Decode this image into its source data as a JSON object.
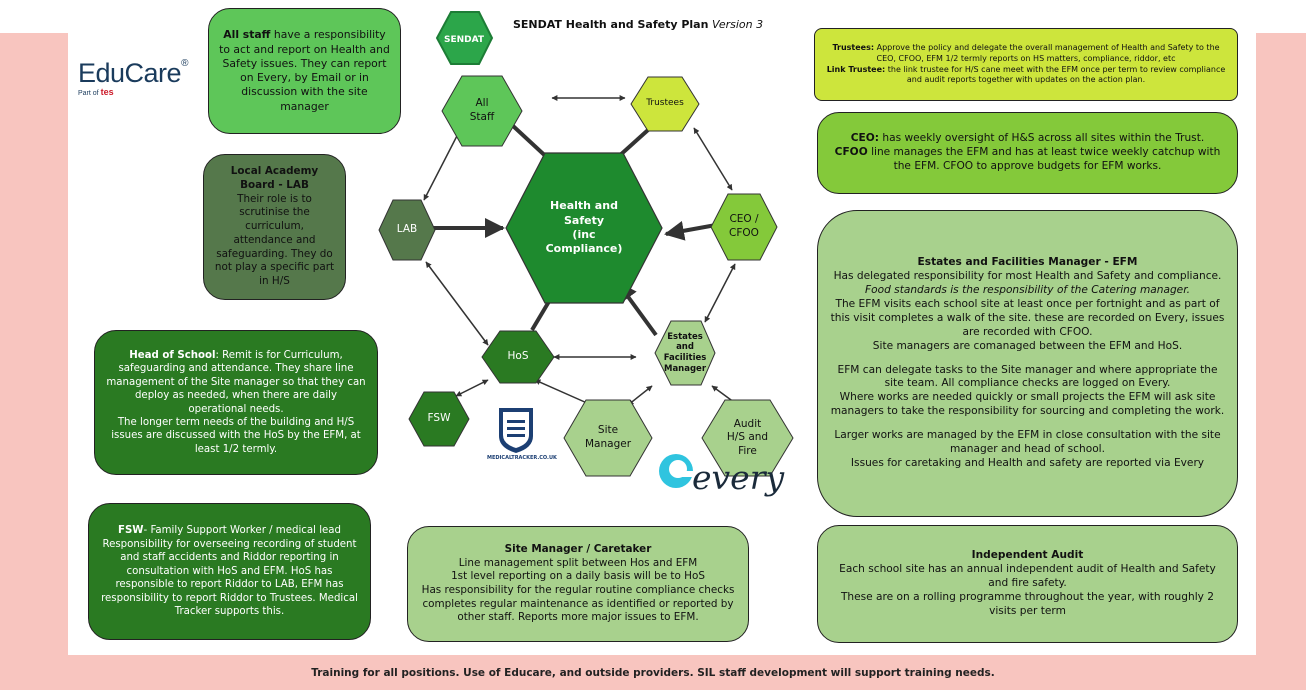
{
  "title": {
    "main": "SENDAT Health and Safety Plan",
    "version": "Version 3"
  },
  "logos": {
    "educare_word": "EduCare",
    "educare_reg": "®",
    "educare_part": "Part of",
    "educare_tes": "tes",
    "sendat": "SENDAT",
    "medical_tracker": "MEDICALTRACKER.CO.UK",
    "every": "every"
  },
  "colors": {
    "pink": "#f8c5bf",
    "light_green": "#5ec659",
    "lime": "#cde53c",
    "mid_green": "#a8d18d",
    "dark_green": "#2a7a22",
    "olive": "#55784b"
  },
  "hexes": {
    "all_staff": "All\nStaff",
    "trustees": "Trustees",
    "health": "Health and\nSafety\n(inc\nCompliance)",
    "lab": "LAB",
    "ceo": "CEO /\nCFOO",
    "hos": "HoS",
    "estates": "Estates\nand\nFacilities\nManager",
    "fsw": "FSW",
    "site_manager": "Site\nManager",
    "audit": "Audit\nH/S and\nFire"
  },
  "all_staff_box": {
    "bold": "All staff",
    "text": " have a responsibility to act and report on Health and Safety issues. They can report on Every, by Email or in discussion with the site manager"
  },
  "lab_box": {
    "title": "Local Academy Board - LAB",
    "text": "Their role is to scrutinise the curriculum, attendance and safeguarding. They do not play a specific part in H/S"
  },
  "hos_box": {
    "bold": "Head of School",
    "text": ": Remit is for Curriculum, safeguarding and attendance. They share line management of the Site manager so that they can deploy as needed, when there are daily operational needs.",
    "text2": "The longer term needs of the building and H/S issues are discussed with the HoS by the EFM, at least 1/2 termly."
  },
  "fsw_box": {
    "bold": "FSW",
    "text": "- Family Support Worker / medical lead Responsibility for overseeing recording of student and staff accidents and Riddor reporting in consultation with HoS and EFM. HoS has responsible to report Riddor to LAB, EFM has responsibility to report Riddor to Trustees. Medical Tracker supports this."
  },
  "site_box": {
    "title": "Site Manager / Caretaker",
    "lines": [
      "Line management split between Hos and EFM",
      "1st level reporting on a daily basis will be to HoS",
      "Has responsibility for the regular routine compliance checks completes regular maintenance as identified or reported by other staff. Reports more major issues to EFM."
    ]
  },
  "trustees_box": {
    "bold1": "Trustees:",
    "text1": " Approve the policy and delegate the overall management of Health and Safety to the CEO, CFOO, EFM 1/2 termly reports on HS matters, compliance, riddor, etc",
    "bold2": "Link Trustee:",
    "text2": " the link trustee for H/S cane meet with the EFM once per term to review compliance and audit reports together with updates on the action plan."
  },
  "ceo_box": {
    "bold1": "CEO:",
    "text1": " has weekly oversight of H&S across all sites within the Trust.",
    "bold2": "CFOO",
    "text2": " line manages the EFM and has at least twice weekly catchup with the EFM. CFOO to approve budgets for EFM works."
  },
  "efm_box": {
    "title": "Estates and Facilities Manager - EFM",
    "line1": "Has delegated responsibility for most Health and Safety and compliance.",
    "line2": "Food standards is the responsibility of the Catering manager.",
    "line3": "The EFM visits each school site at least once per fortnight and as part of this visit completes a walk of the site. these are recorded on Every, issues are recorded with CFOO.",
    "line4": "Site managers are comanaged between the EFM and HoS.",
    "line5": "EFM can delegate tasks to the Site manager and where appropriate the site team. All compliance checks are logged on Every.",
    "line6": "Where works are needed quickly or small projects the EFM will ask site managers to take the responsibility for sourcing and completing the work.",
    "line7": "Larger works are managed by the EFM in close consultation with the site manager and head of school.",
    "line8": "Issues for caretaking and Health and safety are reported via Every"
  },
  "audit_box": {
    "title": "Independent Audit",
    "line1": "Each school site has an annual independent audit of Health and Safety and fire safety.",
    "line2": "These are on a rolling programme throughout the year, with roughly 2 visits per term"
  },
  "footer": "Training for all positions. Use of Educare, and outside providers. SIL staff development will support training needs."
}
